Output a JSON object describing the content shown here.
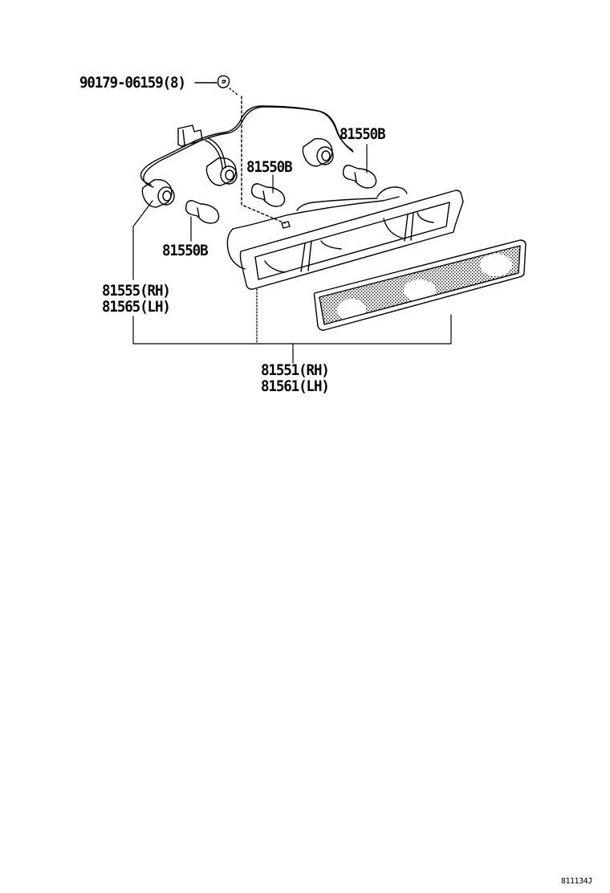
{
  "diagram": {
    "type": "exploded-parts-diagram",
    "subject": "front turn signal / parking lamp assembly",
    "line_color": "#000000",
    "background": "#ffffff",
    "labels": {
      "screw": "90179-06159(8)",
      "bulb_top_right": "81550B",
      "bulb_top_center": "81550B",
      "bulb_left": "81550B",
      "socket_rh": "81555(RH)",
      "socket_lh": "81565(LH)",
      "lamp_rh": "81551(RH)",
      "lamp_lh": "81561(LH)"
    },
    "reference_code": "811134J"
  }
}
